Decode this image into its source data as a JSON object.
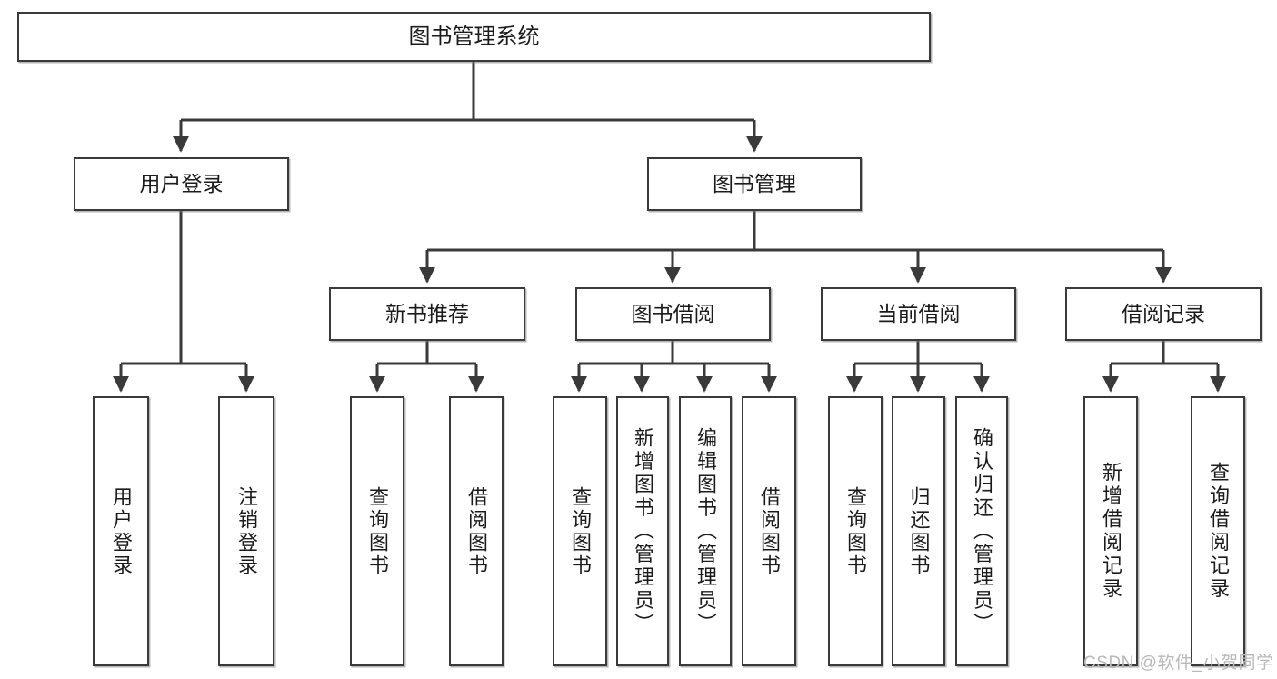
{
  "diagram": {
    "type": "tree-hierarchy-chart",
    "title": "图书管理系统",
    "stroke_color": "#3a3a3a",
    "background_color": "#ffffff",
    "text_color": "#1b1b1b",
    "levels": [
      {
        "level": 1,
        "nodes": [
          {
            "id": "root",
            "label": "图书管理系统"
          }
        ]
      },
      {
        "level": 2,
        "nodes": [
          {
            "id": "user-login",
            "label": "用户登录",
            "parent": "root"
          },
          {
            "id": "book-manage",
            "label": "图书管理",
            "parent": "root"
          }
        ]
      },
      {
        "level": 3,
        "nodes": [
          {
            "id": "new-book-rec",
            "label": "新书推荐",
            "parent": "book-manage"
          },
          {
            "id": "book-borrow",
            "label": "图书借阅",
            "parent": "book-manage"
          },
          {
            "id": "current-borrow",
            "label": "当前借阅",
            "parent": "book-manage"
          },
          {
            "id": "borrow-record",
            "label": "借阅记录",
            "parent": "book-manage"
          }
        ]
      },
      {
        "level": 4,
        "nodes": [
          {
            "id": "leaf-user-login",
            "label": "用户登录",
            "parent": "user-login"
          },
          {
            "id": "leaf-user-logout",
            "label": "注销登录",
            "parent": "user-login"
          },
          {
            "id": "leaf-query-book-1",
            "label": "查询图书",
            "parent": "new-book-rec"
          },
          {
            "id": "leaf-borrow-book-1",
            "label": "借阅图书",
            "parent": "new-book-rec"
          },
          {
            "id": "leaf-query-book-2",
            "label": "查询图书",
            "parent": "book-borrow"
          },
          {
            "id": "leaf-add-book",
            "label": "新增图书（管理员）",
            "parent": "book-borrow"
          },
          {
            "id": "leaf-edit-book",
            "label": "编辑图书（管理员）",
            "parent": "book-borrow"
          },
          {
            "id": "leaf-borrow-book-2",
            "label": "借阅图书",
            "parent": "book-borrow"
          },
          {
            "id": "leaf-query-book-3",
            "label": "查询图书",
            "parent": "current-borrow"
          },
          {
            "id": "leaf-return-book",
            "label": "归还图书",
            "parent": "current-borrow"
          },
          {
            "id": "leaf-confirm-return",
            "label": "确认归还（管理员）",
            "parent": "current-borrow"
          },
          {
            "id": "leaf-add-record",
            "label": "新增借阅记录",
            "parent": "borrow-record"
          },
          {
            "id": "leaf-query-record",
            "label": "查询借阅记录",
            "parent": "borrow-record"
          }
        ]
      }
    ]
  },
  "watermark": {
    "text": "CSDN @软件_小贺同学"
  }
}
